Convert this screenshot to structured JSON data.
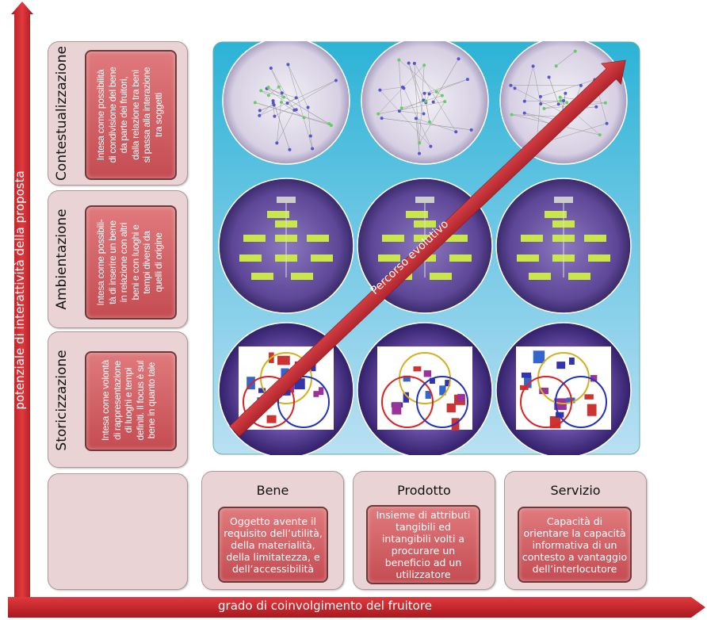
{
  "y_axis": {
    "label": "potenziale di interattività della proposta",
    "color": "#c8282e"
  },
  "x_axis": {
    "label": "grado di coinvolgimento del fruitore",
    "color": "#c8282e"
  },
  "diagonal": {
    "label": "Percorso evolutivo"
  },
  "rows": [
    {
      "title": "Contestualizzazione",
      "text": "Intesa come possibilità\ndi condivisione del bene\nda parte dei fruitori,\ndalla relazione tra beni\nsi passa alla interazione\ntra soggetti"
    },
    {
      "title": "Ambientazione",
      "text": "Intesa come possibili-\ntà di inserire un bene\nin relazione con altri\nbeni e con luoghi e\ntempi diversi da\nquelli di origine"
    },
    {
      "title": "Storicizzazione",
      "text": "Intesa come volontà\ndi rappresentazione\ndi luoghi e tempi\ndefiniti. Il focus è sul\nbene in quanto tale"
    }
  ],
  "columns": [
    {
      "title": "Bene",
      "text": "Oggetto avente il\nrequisito dell’utilità,\ndella materialità,\ndella limitatezza, e\ndell’accessibilità"
    },
    {
      "title": "Prodotto",
      "text": "Insieme di attributi\ntangibili ed\nintangibili volti a\nprocurare un\nbeneficio ad un\nutilizzatore"
    },
    {
      "title": "Servizio",
      "text": "Capacità di\norientare la capacità\ninformativa di un\ncontesto a vantaggio\ndell’interlocutore"
    }
  ],
  "grid_images": {
    "top_row": "network-graph",
    "middle_row": "org-chart",
    "bottom_row": "venn-diagram"
  }
}
